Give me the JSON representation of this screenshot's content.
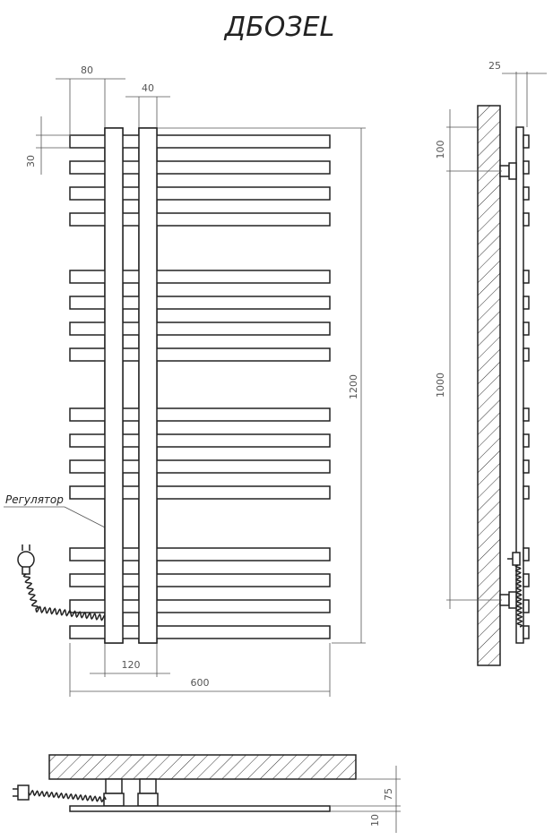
{
  "title": "ДБОЗEL",
  "regulator_label": "Регулятор",
  "dims": {
    "pipe_spacing": "80",
    "pipe_width": "40",
    "bar_height": "30",
    "total_height": "1200",
    "axis_distance": "120",
    "total_width": "600",
    "wall_offset": "25",
    "mount_top": "100",
    "mount_spacing": "1000",
    "depth": "75",
    "depth_small": "10"
  },
  "geometry_counts": {
    "bar_groups": 4,
    "bars_per_group": 4
  },
  "colors": {
    "line": "#222222",
    "dimension": "#555555",
    "background": "#ffffff"
  }
}
